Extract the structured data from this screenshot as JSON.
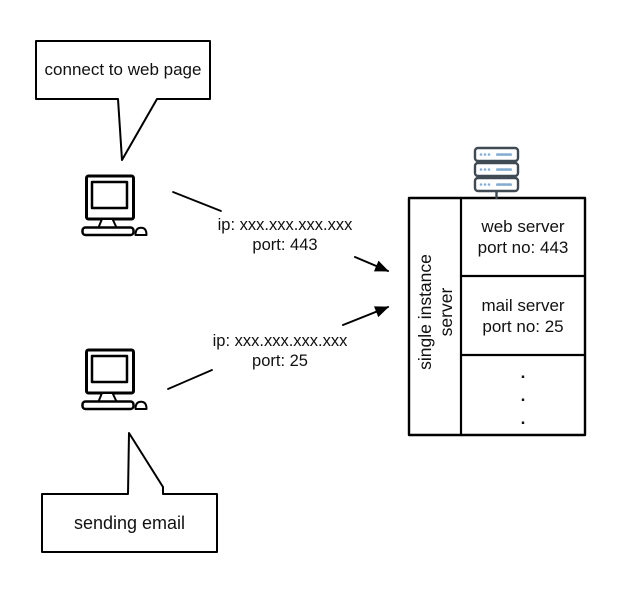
{
  "bubbles": {
    "web": "connect to web page",
    "email": "sending email"
  },
  "labels": {
    "web": {
      "ip": "ip: xxx.xxx.xxx.xxx",
      "port": "port: 443"
    },
    "email": {
      "ip": "ip: xxx.xxx.xxx.xxx",
      "port": "port: 25"
    }
  },
  "server": {
    "side_label_line1": "single instance",
    "side_label_line2": "server",
    "cells": [
      {
        "name": "web server",
        "port": "port no: 443"
      },
      {
        "name": "mail server",
        "port": "port no: 25"
      }
    ],
    "ellipsis": [
      ".",
      ".",
      "."
    ]
  },
  "colors": {
    "stroke": "#000000",
    "background": "#ffffff",
    "rack_outline": "#3f4a54",
    "rack_accent": "#86aed2"
  }
}
